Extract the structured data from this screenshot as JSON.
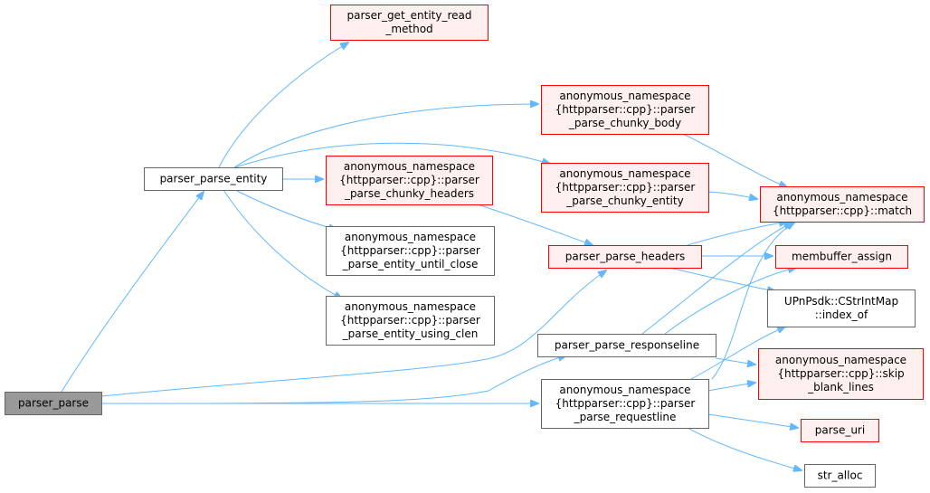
{
  "graph": {
    "colors": {
      "edge": "#63b8ff",
      "root_fill": "#999999",
      "root_stroke": "#666666",
      "normal_fill": "#ffffff",
      "normal_stroke": "#666666",
      "undoc_fill": "#fff0f0",
      "undoc_stroke": "#ff0000"
    },
    "nodes": [
      {
        "id": "parser_parse",
        "kind": "root",
        "lines": [
          "parser_parse"
        ]
      },
      {
        "id": "parser_parse_entity",
        "kind": "normal",
        "lines": [
          "parser_parse_entity"
        ]
      },
      {
        "id": "get_entity_read_method",
        "kind": "undoc",
        "lines": [
          "parser_get_entity_read",
          "_method"
        ]
      },
      {
        "id": "chunky_body",
        "kind": "undoc",
        "lines": [
          "anonymous_namespace",
          "{httpparser::cpp}::parser",
          "_parse_chunky_body"
        ]
      },
      {
        "id": "chunky_headers",
        "kind": "undoc",
        "lines": [
          "anonymous_namespace",
          "{httpparser::cpp}::parser",
          "_parse_chunky_headers"
        ]
      },
      {
        "id": "chunky_entity",
        "kind": "undoc",
        "lines": [
          "anonymous_namespace",
          "{httpparser::cpp}::parser",
          "_parse_chunky_entity"
        ]
      },
      {
        "id": "until_close",
        "kind": "normal",
        "lines": [
          "anonymous_namespace",
          "{httpparser::cpp}::parser",
          "_parse_entity_until_close"
        ]
      },
      {
        "id": "using_clen",
        "kind": "normal",
        "lines": [
          "anonymous_namespace",
          "{httpparser::cpp}::parser",
          "_parse_entity_using_clen"
        ]
      },
      {
        "id": "parse_headers",
        "kind": "undoc",
        "lines": [
          "parser_parse_headers"
        ]
      },
      {
        "id": "match",
        "kind": "undoc",
        "lines": [
          "anonymous_namespace",
          "{httpparser::cpp}::match"
        ]
      },
      {
        "id": "membuffer_assign",
        "kind": "undoc",
        "lines": [
          "membuffer_assign"
        ]
      },
      {
        "id": "index_of",
        "kind": "normal",
        "lines": [
          "UPnPsdk::CStrIntMap",
          "::index_of"
        ]
      },
      {
        "id": "responseline",
        "kind": "normal",
        "lines": [
          "parser_parse_responseline"
        ]
      },
      {
        "id": "requestline",
        "kind": "normal",
        "lines": [
          "anonymous_namespace",
          "{httpparser::cpp}::parser",
          "_parse_requestline"
        ]
      },
      {
        "id": "skip_blank_lines",
        "kind": "undoc",
        "lines": [
          "anonymous_namespace",
          "{httpparser::cpp}::skip",
          "_blank_lines"
        ]
      },
      {
        "id": "parse_uri",
        "kind": "undoc",
        "lines": [
          "parse_uri"
        ]
      },
      {
        "id": "str_alloc",
        "kind": "normal",
        "lines": [
          "str_alloc"
        ]
      }
    ],
    "edges": [
      {
        "from": "parser_parse",
        "to": "parser_parse_entity"
      },
      {
        "from": "parser_parse",
        "to": "parse_headers"
      },
      {
        "from": "parser_parse",
        "to": "responseline"
      },
      {
        "from": "parser_parse",
        "to": "requestline"
      },
      {
        "from": "parser_parse_entity",
        "to": "get_entity_read_method"
      },
      {
        "from": "parser_parse_entity",
        "to": "chunky_body"
      },
      {
        "from": "parser_parse_entity",
        "to": "chunky_headers"
      },
      {
        "from": "parser_parse_entity",
        "to": "chunky_entity"
      },
      {
        "from": "parser_parse_entity",
        "to": "until_close"
      },
      {
        "from": "parser_parse_entity",
        "to": "using_clen"
      },
      {
        "from": "chunky_body",
        "to": "match"
      },
      {
        "from": "chunky_headers",
        "to": "parse_headers"
      },
      {
        "from": "chunky_entity",
        "to": "match"
      },
      {
        "from": "parse_headers",
        "to": "match"
      },
      {
        "from": "parse_headers",
        "to": "membuffer_assign"
      },
      {
        "from": "parse_headers",
        "to": "index_of"
      },
      {
        "from": "responseline",
        "to": "match"
      },
      {
        "from": "responseline",
        "to": "membuffer_assign"
      },
      {
        "from": "responseline",
        "to": "skip_blank_lines"
      },
      {
        "from": "requestline",
        "to": "match"
      },
      {
        "from": "requestline",
        "to": "index_of"
      },
      {
        "from": "requestline",
        "to": "skip_blank_lines"
      },
      {
        "from": "requestline",
        "to": "parse_uri"
      },
      {
        "from": "requestline",
        "to": "str_alloc"
      }
    ]
  }
}
